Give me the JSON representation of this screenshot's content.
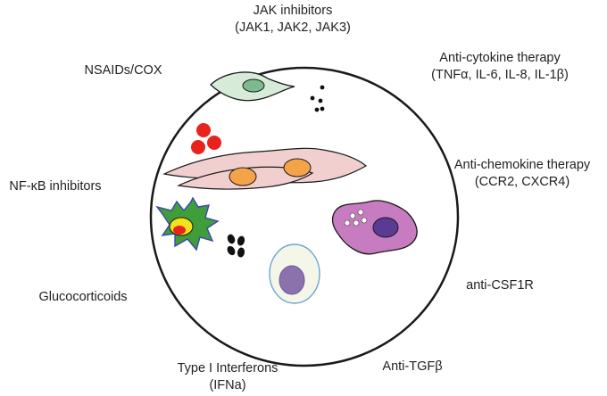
{
  "labels": {
    "jak": {
      "line1": "JAK inhibitors",
      "line2": "(JAK1, JAK2, JAK3)"
    },
    "nsaids": {
      "line1": "NSAIDs/COX"
    },
    "anti_cytokine": {
      "line1": "Anti-cytokine therapy",
      "line2": "(TNFα, IL-6, IL-8, IL-1β)"
    },
    "nfkb": {
      "line1": "NF-κB inhibitors"
    },
    "anti_chemokine": {
      "line1": "Anti-chemokine therapy",
      "line2": "(CCR2, CXCR4)"
    },
    "glucocorticoids": {
      "line1": "Glucocorticoids"
    },
    "anti_csf1r": {
      "line1": "anti-CSF1R"
    },
    "ifn": {
      "line1": "Type I Interferons",
      "line2": "(IFNa)"
    },
    "anti_tgfb": {
      "line1": "Anti-TGFβ"
    }
  },
  "colors": {
    "outline": "#1a1a1a",
    "spindle_cell": "#d6ecd9",
    "spindle_nucleus": "#7fb98f",
    "red_cells": "#e8231e",
    "fibroblast": "#f2cfcf",
    "fibroblast_nucleus": "#f4a349",
    "dendritic_cell": "#3f9d3a",
    "dendritic_outline": "#3a48b0",
    "dendritic_inner": "#f2e21c",
    "dendritic_core": "#e8231e",
    "macrophage": "#c77bc0",
    "macrophage_nucleus": "#5b3a94",
    "lymphocyte": "#f4f6e8",
    "lymphocyte_outline": "#6aa7d6",
    "lymphocyte_nucleus": "#8c72ad"
  }
}
